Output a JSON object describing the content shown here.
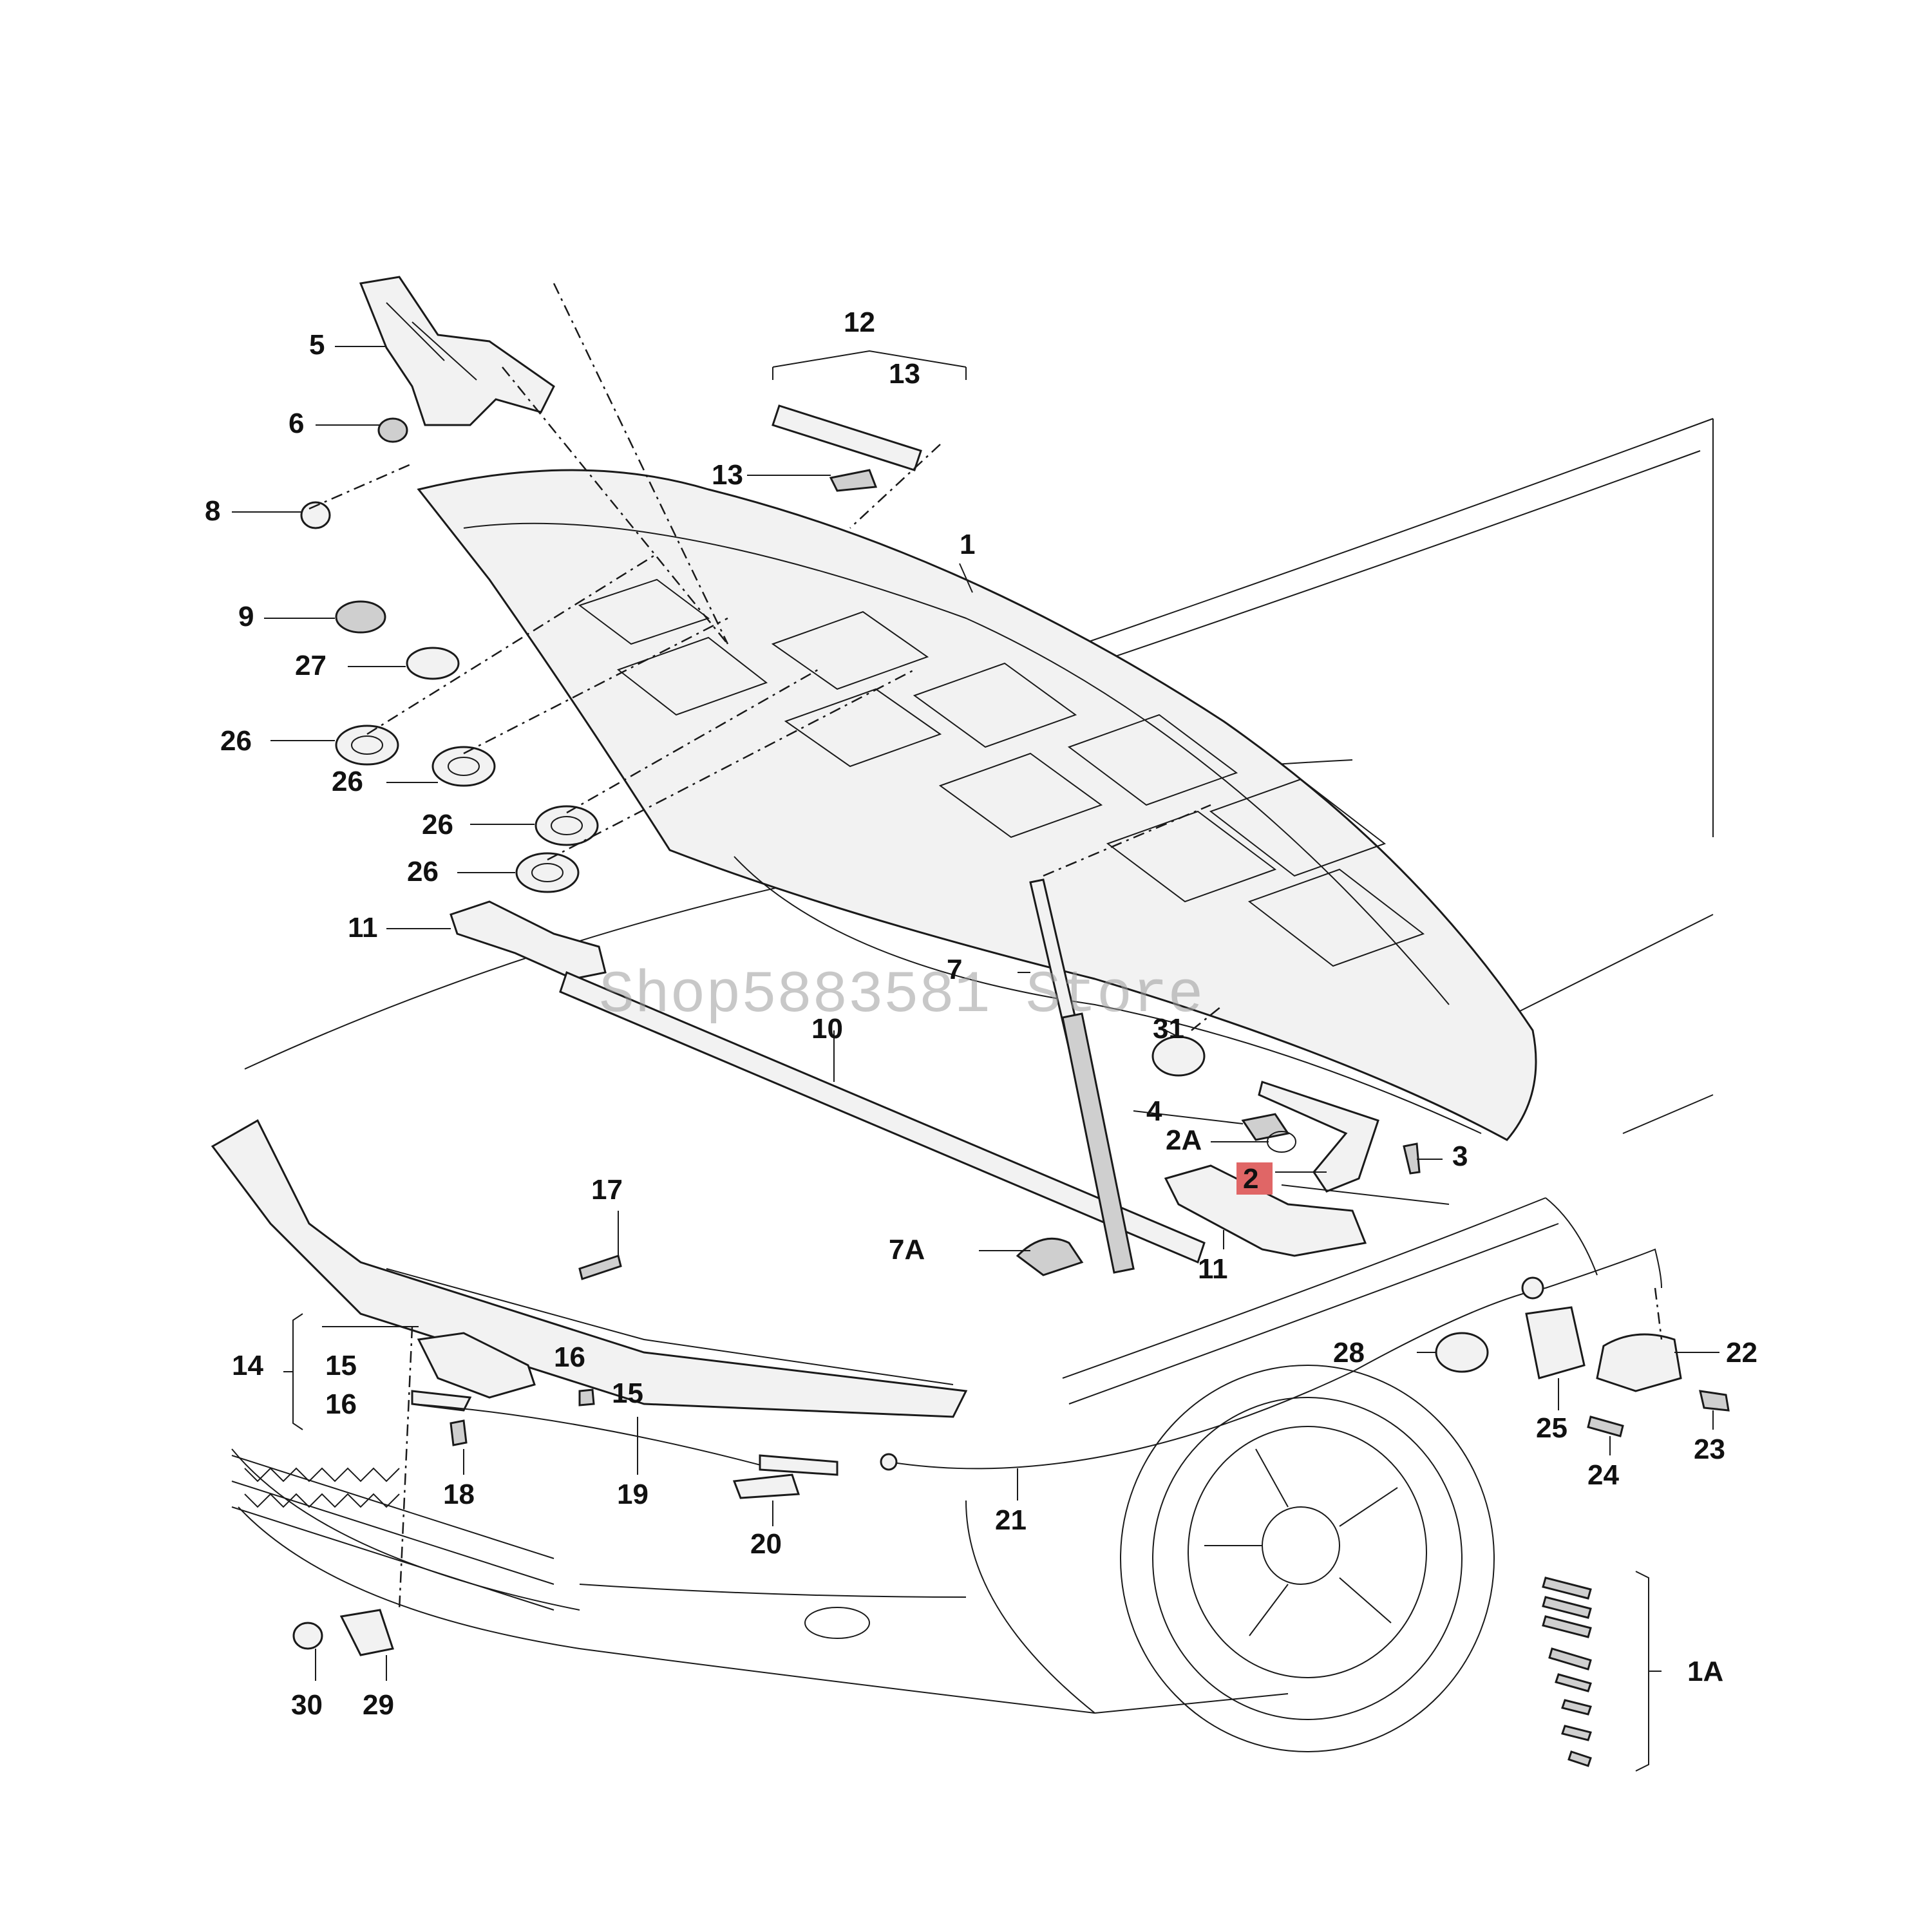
{
  "diagram": {
    "watermark": "Shop5883581 Store",
    "highlight_color": "#e06666",
    "labels": [
      "1",
      "1A",
      "2",
      "2A",
      "3",
      "4",
      "5",
      "6",
      "7",
      "7A",
      "8",
      "9",
      "10",
      "11",
      "11",
      "12",
      "13",
      "13",
      "14",
      "15",
      "15",
      "16",
      "16",
      "17",
      "18",
      "19",
      "20",
      "21",
      "22",
      "23",
      "24",
      "25",
      "26",
      "26",
      "26",
      "26",
      "27",
      "28",
      "29",
      "30",
      "31"
    ]
  }
}
